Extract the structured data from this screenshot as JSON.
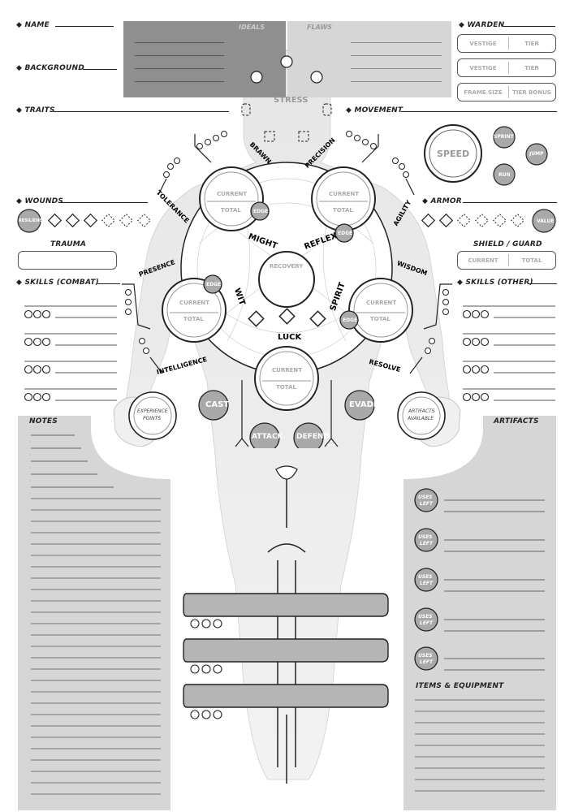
{
  "sheet": {
    "left_labels": {
      "name": "NAME",
      "background": "BACKGROUND",
      "traits": "TRAITS",
      "wounds": "WOUNDS",
      "trauma": "TRAUMA",
      "skills_combat": "SKILLS (COMBAT)",
      "notes": "NOTES"
    },
    "right_labels": {
      "warden": "WARDEN",
      "movement": "MOVEMENT",
      "armor": "ARMOR",
      "shield_guard": "SHIELD / GUARD",
      "skills_other": "SKILLS (OTHER)",
      "artifacts": "ARTIFACTS",
      "items_equipment": "ITEMS & EQUIPMENT"
    },
    "top_panels": {
      "ideals": "IDEALS",
      "flaws": "FLAWS"
    },
    "warden_boxes": [
      {
        "left": "VESTIGE",
        "right": "TIER"
      },
      {
        "left": "VESTIGE",
        "right": "TIER"
      },
      {
        "left": "FRAME SIZE",
        "right": "TIER BONUS"
      }
    ],
    "shield_box": {
      "left": "CURRENT",
      "right": "TOTAL"
    },
    "movement": {
      "speed": "SPEED",
      "sprint": "SPRINT",
      "jump": "JUMP",
      "run": "RUN"
    },
    "resilience": "RESILIENCE",
    "value": "VALUE",
    "stress": "STRESS",
    "recovery": "RECOVERY",
    "luck": "LUCK",
    "stats": {
      "brawn": "BRAWN",
      "precision": "PRECISION",
      "tolerance": "TOLERANCE",
      "agility": "AGILITY",
      "might": "MIGHT",
      "reflex": "REFLEX",
      "presence": "PRESENCE",
      "wisdom": "WISDOM",
      "wit": "WIT",
      "spirit": "SPIRIT",
      "intelligence": "INTELLIGENCE",
      "resolve": "RESOLVE"
    },
    "pool": {
      "current": "CURRENT",
      "total": "TOTAL",
      "edge": "EDGE"
    },
    "actions": {
      "cast": "CAST",
      "attack": "ATTACK",
      "defend": "DEFEND",
      "evade": "EVADE"
    },
    "experience": [
      "EXPERIENCE",
      "POINTS"
    ],
    "artifacts_available": [
      "ARTIFACTS",
      "AVAILABLE"
    ],
    "uses_left": [
      "USES",
      "LEFT"
    ],
    "colors": {
      "accent_gray": "#a9a9a9",
      "panel_gray": "#d9d9d9",
      "dark_panel": "#8f8f8f",
      "ink": "#222222"
    }
  }
}
